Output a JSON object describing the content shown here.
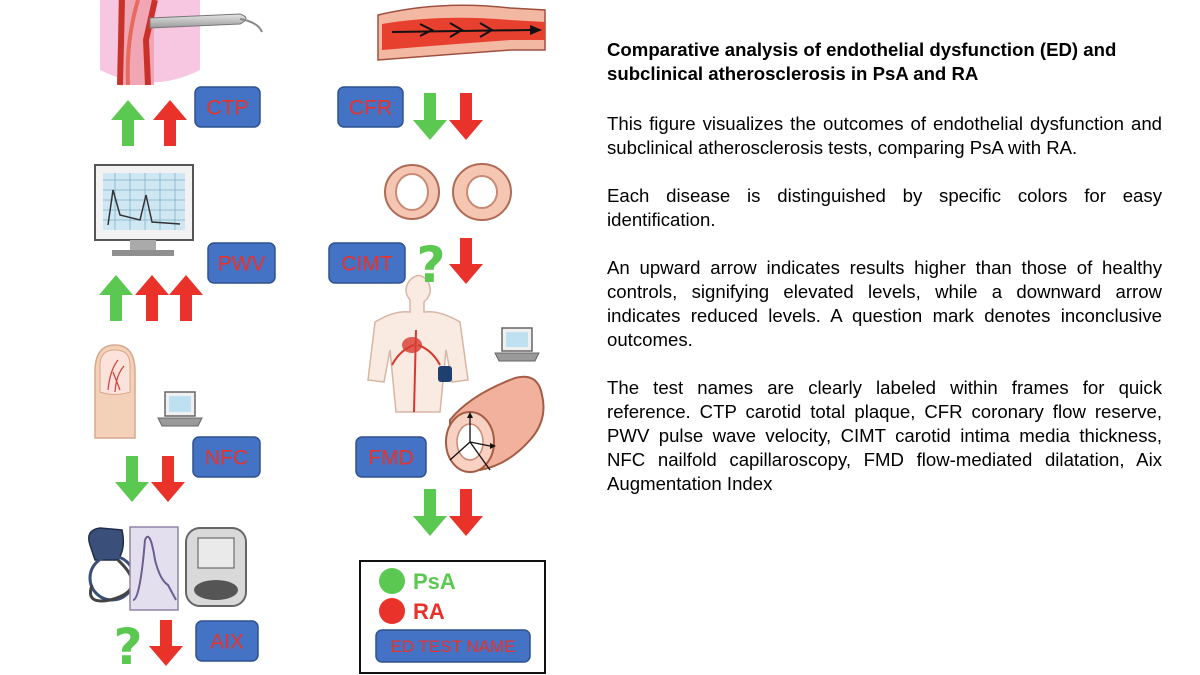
{
  "colors": {
    "psa": "#5bc951",
    "ra": "#e8322a",
    "frame_fill": "#4472c4",
    "frame_border": "#2f528f",
    "frame_text": "#e8322a"
  },
  "tests": {
    "ctp": {
      "label": "CTP",
      "psa": "up",
      "ra": "up"
    },
    "cfr": {
      "label": "CFR",
      "psa": "down",
      "ra": "down"
    },
    "pwv": {
      "label": "PWV",
      "psa": "up",
      "ra": "up-up"
    },
    "cimt": {
      "label": "CIMT",
      "psa": "?",
      "ra": "down"
    },
    "nfc": {
      "label": "NFC",
      "psa": "down",
      "ra": "down"
    },
    "fmd": {
      "label": "FMD",
      "psa": "down",
      "ra": "down"
    },
    "aix": {
      "label": "AIX",
      "psa": "?",
      "ra": "down"
    }
  },
  "question_mark": "?",
  "legend": {
    "psa": "PsA",
    "ra": "RA",
    "test_name": "ED TEST NAME"
  },
  "text": {
    "title": "Comparative analysis of endothelial dysfunction (ED) and subclinical atherosclerosis in PsA and RA",
    "p1": "This figure visualizes the outcomes of endothelial dysfunction and subclinical atherosclerosis tests, comparing PsA with RA.",
    "p2": "Each disease is distinguished by specific colors for easy identification.",
    "p3": "An upward arrow indicates results higher than those of healthy controls, signifying elevated levels, while a downward arrow indicates reduced levels. A question mark denotes inconclusive outcomes.",
    "p4": "The test names are clearly labeled within frames for quick reference. CTP carotid total plaque, CFR coronary flow reserve, PWV pulse wave velocity, CIMT carotid intima media thickness, NFC nailfold capillaroscopy, FMD flow-mediated dilatation, Aix Augmentation Index"
  }
}
